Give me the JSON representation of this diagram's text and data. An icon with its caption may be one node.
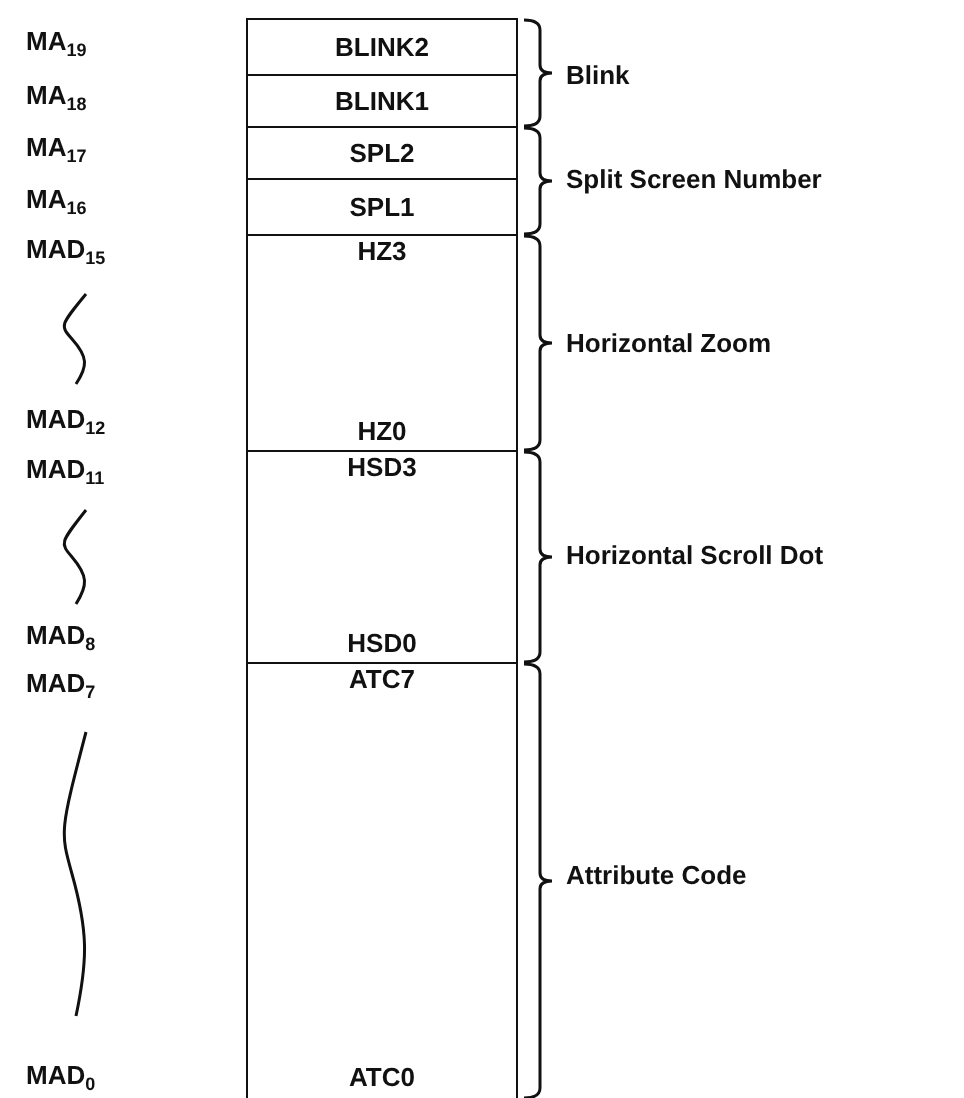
{
  "diagram": {
    "nodes": [
      {
        "text": [
          "BLINK2"
        ]
      },
      {
        "text": [
          "BLINK1"
        ]
      },
      {
        "text": [
          "SPL2"
        ]
      },
      {
        "text": [
          "SPL1"
        ]
      },
      {
        "text": [
          "HZ3",
          "HZ0"
        ]
      },
      {
        "text": [
          "HSD3",
          "HSD0"
        ]
      },
      {
        "text": [
          "ATC7",
          "ATC0"
        ]
      }
    ],
    "labels": [
      "MA$_{19}$",
      "MA$_{18}$",
      "MA$_{17}$",
      "MA$_{16}$",
      "MAD$_{15}$",
      "MAD$_{12}$",
      "MAD$_{11}$",
      "MAD$_{8}$",
      "MAD$_{7}$",
      "MAD$_{0}$",
      "Blink",
      "Split Screen Number",
      "Horizontal Zoom",
      "Horizontal Scroll Dot",
      "Attribute Code"
    ]
  }
}
